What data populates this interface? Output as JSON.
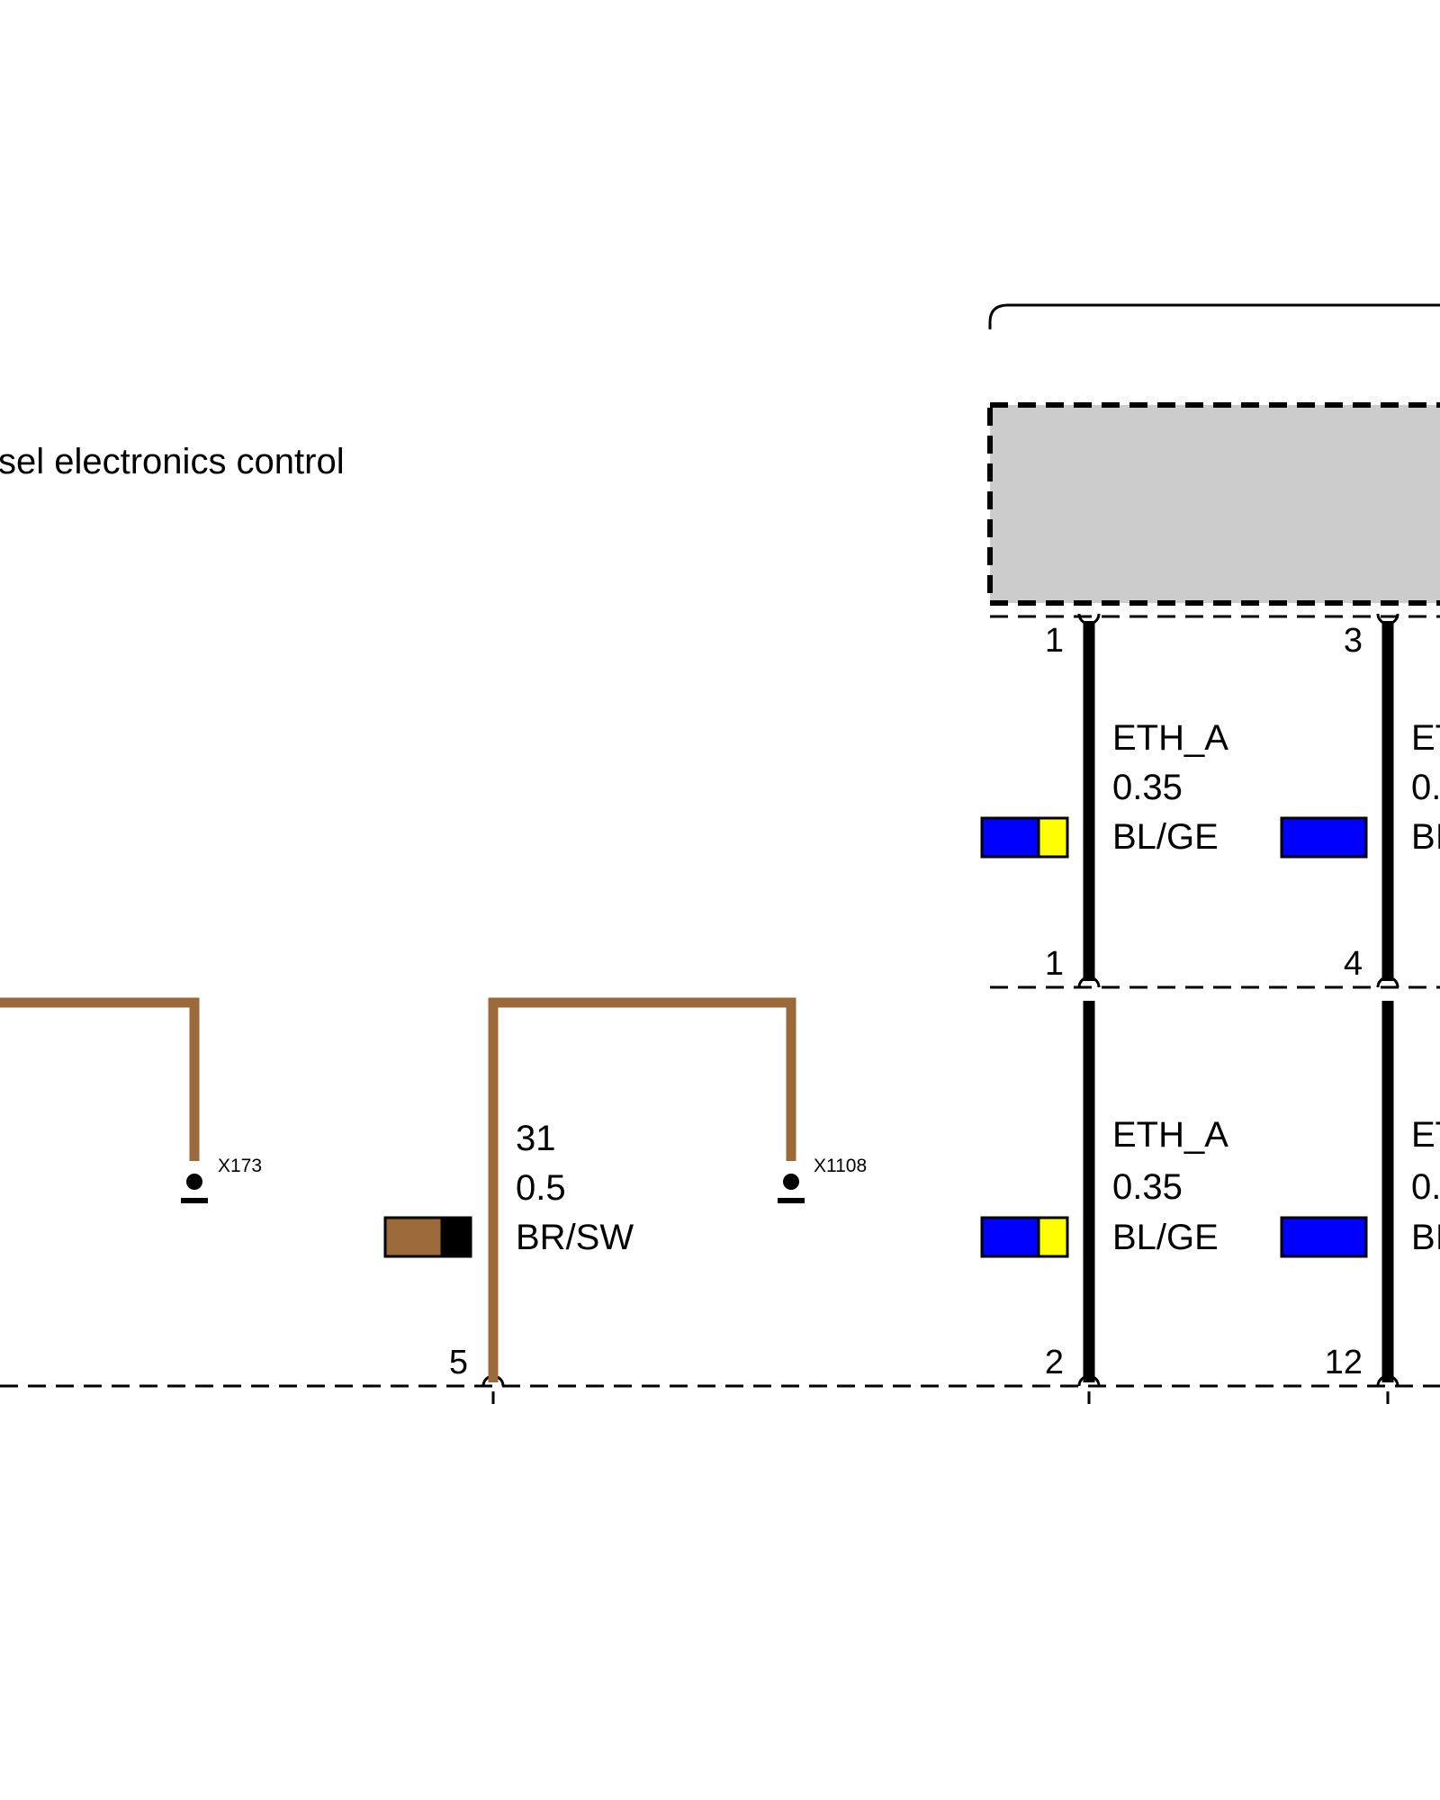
{
  "title_text": "sel electronics control",
  "colors": {
    "brown": "#9c6a3a",
    "black": "#000000",
    "blue": "#0000ff",
    "yellow": "#ffff00",
    "module_fill": "#cccccc"
  },
  "grounds": [
    {
      "id": "X173"
    },
    {
      "id": "X1108"
    }
  ],
  "wires": {
    "brown": {
      "line1": "31",
      "line2": "0.5",
      "line3": "BR/SW",
      "pin_bottom": "5"
    },
    "eth_upper": {
      "line1": "ETH_A",
      "line2": "0.35",
      "line3": "BL/GE",
      "pin_top": "1",
      "pin_bottom": "1"
    },
    "eth_lower": {
      "line1": "ETH_A",
      "line2": "0.35",
      "line3": "BL/GE",
      "pin_bottom": "2"
    },
    "right_upper": {
      "line1": "ET",
      "line2": "0.",
      "line3": "BI",
      "pin_top": "3",
      "pin_bottom": "4"
    },
    "right_lower": {
      "line1": "ET",
      "line2": "0.",
      "line3": "BI",
      "pin_bottom": "12"
    }
  }
}
